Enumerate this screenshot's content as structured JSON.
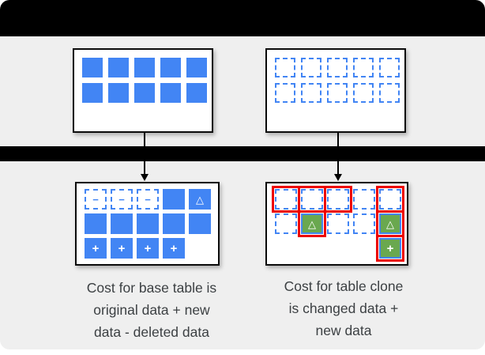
{
  "colors": {
    "blue": "#4285F4",
    "green": "#6AA84F",
    "red": "#EC0000",
    "bar": "#000000",
    "panel": "#EFEFEF",
    "text": "#3C4043"
  },
  "glyphs": {
    "minus": "−",
    "plus": "+",
    "triangle": "△"
  },
  "diagram": {
    "top_left_grid": [
      [
        "solid",
        "solid",
        "solid",
        "solid",
        "solid"
      ],
      [
        "solid",
        "solid",
        "solid",
        "solid",
        "solid"
      ]
    ],
    "top_right_grid": [
      [
        "dashed",
        "dashed",
        "dashed",
        "dashed",
        "dashed"
      ],
      [
        "dashed",
        "dashed",
        "dashed",
        "dashed",
        "dashed"
      ]
    ],
    "bottom_left_grid": [
      [
        "minus",
        "minus",
        "minus",
        "solid",
        "solid-triangle"
      ],
      [
        "solid",
        "solid",
        "solid",
        "solid",
        "solid"
      ],
      [
        "plus",
        "plus",
        "plus",
        "plus",
        "empty"
      ]
    ],
    "bottom_right_grid": [
      [
        "red-dashed",
        "red-dashed",
        "red-dashed",
        "dashed",
        "red-dashed"
      ],
      [
        "dashed",
        "red-green-triangle",
        "dashed",
        "dashed",
        "red-green-triangle"
      ],
      [
        "empty",
        "empty",
        "empty",
        "empty",
        "red-green-plus"
      ]
    ]
  },
  "captions": {
    "base": {
      "lines": [
        "Cost for base table is",
        "original data + new",
        "data - deleted data"
      ]
    },
    "clone": {
      "lines": [
        "Cost for table clone",
        "is changed data +",
        "new data"
      ]
    }
  }
}
